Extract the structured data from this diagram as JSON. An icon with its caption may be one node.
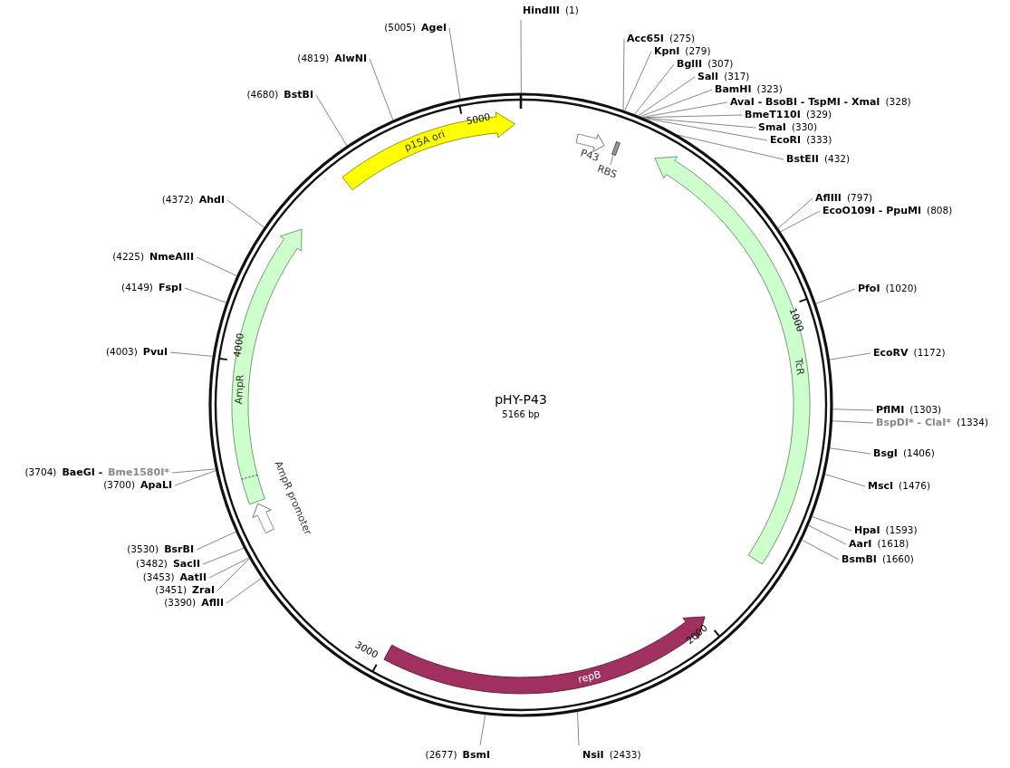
{
  "diagram": {
    "title": "pHY-P43",
    "nodes": [
      {
        "text": [],
        "shape": "circle"
      },
      {
        "text": [
          "p15A ori"
        ],
        "in": 0
      },
      {
        "text": [
          "P43"
        ],
        "in": 0
      },
      {
        "text": [
          "RBS"
        ],
        "in": 0
      },
      {
        "text": [],
        "shape": "bar",
        "in": 0
      },
      {
        "text": [
          "TcR"
        ],
        "in": 0
      },
      {
        "text": [
          "AmpR"
        ],
        "in": 0
      },
      {
        "text": [
          "AmpR promoter"
        ],
        "in": 0
      },
      {
        "text": [
          "repB"
        ],
        "in": 0
      },
      {
        "text": [
          "HindIII",
          "(1)"
        ]
      },
      {
        "text": [
          "Acc65I",
          "(275)"
        ]
      },
      {
        "text": [
          "KpnI",
          "(279)"
        ]
      },
      {
        "text": [
          "BglII",
          "(307)"
        ]
      },
      {
        "text": [
          "SalI",
          "(317)"
        ]
      },
      {
        "text": [
          "BamHI",
          "(323)"
        ]
      },
      {
        "text": [
          "AvaI - BsoBI - TspMI - XmaI",
          "(328)"
        ]
      },
      {
        "text": [
          "BmeT110I",
          "(329)"
        ]
      },
      {
        "text": [
          "SmaI",
          "(330)"
        ]
      },
      {
        "text": [
          "EcoRI",
          "(333)"
        ]
      },
      {
        "text": [
          "BstEII",
          "(432)"
        ]
      },
      {
        "text": [
          "AflIII",
          "(797)"
        ]
      },
      {
        "text": [
          "EcoO109I - PpuMI",
          "(808)"
        ]
      },
      {
        "text": [
          "PfoI",
          "(1020)"
        ]
      },
      {
        "text": [
          "EcoRV",
          "(1172)"
        ]
      },
      {
        "text": [
          "PflMI",
          "(1303)"
        ]
      },
      {
        "text": [
          "BspDI* - ClaI*",
          "(1334)"
        ]
      },
      {
        "text": [
          "BsgI",
          "(1406)"
        ]
      },
      {
        "text": [
          "MscI",
          "(1476)"
        ]
      },
      {
        "text": [
          "HpaI",
          "(1593)"
        ]
      },
      {
        "text": [
          "AarI",
          "(1618)"
        ]
      },
      {
        "text": [
          "BsmBI",
          "(1660)"
        ]
      },
      {
        "text": [
          "NsiI",
          "(2433)"
        ]
      },
      {
        "text": [
          "(2677)",
          "BsmI"
        ]
      },
      {
        "text": [
          "(3390)",
          "AflII"
        ]
      },
      {
        "text": [
          "(3451)",
          "ZraI"
        ]
      },
      {
        "text": [
          "(3453)",
          "AatII"
        ]
      },
      {
        "text": [
          "(3482)",
          "SacII"
        ]
      },
      {
        "text": [
          "(3530)",
          "BsrBI"
        ]
      },
      {
        "text": [
          "(3700)",
          "ApaLI"
        ]
      },
      {
        "text": [
          "(3704)",
          "BaeGI -",
          "Bme1580I*"
        ]
      },
      {
        "text": [
          "(4003)",
          "PvuI"
        ]
      },
      {
        "text": [
          "(4149)",
          "FspI"
        ]
      },
      {
        "text": [
          "(4225)",
          "NmeAIII"
        ]
      },
      {
        "text": [
          "(4372)",
          "AhdI"
        ]
      },
      {
        "text": [
          "(4680)",
          "BstBI"
        ]
      },
      {
        "text": [
          "(4819)",
          "AlwNI"
        ]
      },
      {
        "text": [
          "(5005)",
          "AgeI"
        ]
      }
    ],
    "edges": [
      {
        "from": 3,
        "to": 4,
        "arrow": "none"
      },
      {
        "from": 9,
        "to": 0,
        "arrow": "none"
      },
      {
        "from": 10,
        "to": 0,
        "arrow": "none"
      },
      {
        "from": 11,
        "to": 0,
        "arrow": "none"
      },
      {
        "from": 12,
        "to": 0,
        "arrow": "none"
      },
      {
        "from": 13,
        "to": 0,
        "arrow": "none"
      },
      {
        "from": 14,
        "to": 0,
        "arrow": "none"
      },
      {
        "from": 15,
        "to": 0,
        "arrow": "none"
      },
      {
        "from": 16,
        "to": 0,
        "arrow": "none"
      },
      {
        "from": 17,
        "to": 0,
        "arrow": "none"
      },
      {
        "from": 18,
        "to": 0,
        "arrow": "none"
      },
      {
        "from": 19,
        "to": 0,
        "arrow": "none"
      },
      {
        "from": 20,
        "to": 0,
        "arrow": "none"
      },
      {
        "from": 21,
        "to": 0,
        "arrow": "none"
      },
      {
        "from": 22,
        "to": 0,
        "arrow": "none"
      },
      {
        "from": 23,
        "to": 0,
        "arrow": "none"
      },
      {
        "from": 24,
        "to": 0,
        "arrow": "none"
      },
      {
        "from": 25,
        "to": 0,
        "arrow": "none"
      },
      {
        "from": 26,
        "to": 0,
        "arrow": "none"
      },
      {
        "from": 27,
        "to": 0,
        "arrow": "none"
      },
      {
        "from": 28,
        "to": 0,
        "arrow": "none"
      },
      {
        "from": 29,
        "to": 0,
        "arrow": "none"
      },
      {
        "from": 30,
        "to": 0,
        "arrow": "none"
      },
      {
        "from": 31,
        "to": 0,
        "arrow": "none"
      },
      {
        "from": 32,
        "to": 0,
        "arrow": "none"
      },
      {
        "from": 33,
        "to": 0,
        "arrow": "none"
      },
      {
        "from": 34,
        "to": 0,
        "arrow": "none"
      },
      {
        "from": 35,
        "to": 0,
        "arrow": "none"
      },
      {
        "from": 36,
        "to": 0,
        "arrow": "none"
      },
      {
        "from": 37,
        "to": 0,
        "arrow": "none"
      },
      {
        "from": 38,
        "to": 0,
        "arrow": "none"
      },
      {
        "from": 39,
        "to": 0,
        "arrow": "none"
      },
      {
        "from": 40,
        "to": 0,
        "arrow": "none"
      },
      {
        "from": 41,
        "to": 0,
        "arrow": "none"
      },
      {
        "from": 42,
        "to": 0,
        "arrow": "none"
      },
      {
        "from": 43,
        "to": 0,
        "arrow": "none"
      },
      {
        "from": 44,
        "to": 0,
        "arrow": "none"
      },
      {
        "from": 45,
        "to": 0,
        "arrow": "none"
      },
      {
        "from": 46,
        "to": 0,
        "arrow": "none"
      }
    ],
    "labels": [
      "5000",
      "1000",
      "4000",
      "5166 bp",
      "2000",
      "3000"
    ]
  }
}
